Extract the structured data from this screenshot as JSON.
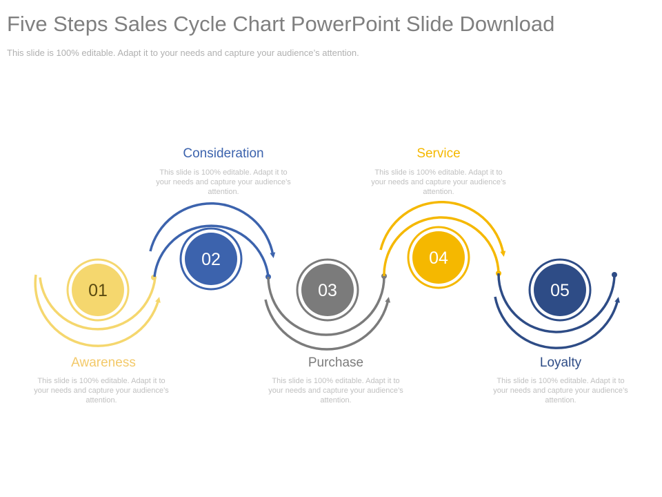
{
  "slide": {
    "title": "Five Steps Sales Cycle Chart PowerPoint Slide Download",
    "subtitle": "This slide is 100% editable. Adapt it to your needs and capture your audience’s attention."
  },
  "colors": {
    "yellow_light": "#f5d76e",
    "blue": "#3c63ad",
    "gray": "#7b7b7b",
    "yellow": "#f5b800",
    "navy": "#2e4c86"
  },
  "steps": [
    {
      "number": "01",
      "label": "Awareness",
      "description": "This slide is 100% editable. Adapt it to your needs and capture your audience’s attention.",
      "color": "#f5d76e",
      "label_color": "#f3c969"
    },
    {
      "number": "02",
      "label": "Consideration",
      "description": "This slide is 100% editable. Adapt it to your needs and capture your audience’s attention.",
      "color": "#3c63ad",
      "label_color": "#3c63ad"
    },
    {
      "number": "03",
      "label": "Purchase",
      "description": "This slide is 100% editable. Adapt it to your needs and capture your audience’s attention.",
      "color": "#7b7b7b",
      "label_color": "#7b7b7b"
    },
    {
      "number": "04",
      "label": "Service",
      "description": "This slide is 100% editable. Adapt it to your needs and capture your audience’s attention.",
      "color": "#f5b800",
      "label_color": "#f5b800"
    },
    {
      "number": "05",
      "label": "Loyalty",
      "description": "This slide is 100% editable. Adapt it to your needs and capture your audience’s attention.",
      "color": "#2e4c86",
      "label_color": "#2e4c86"
    }
  ]
}
